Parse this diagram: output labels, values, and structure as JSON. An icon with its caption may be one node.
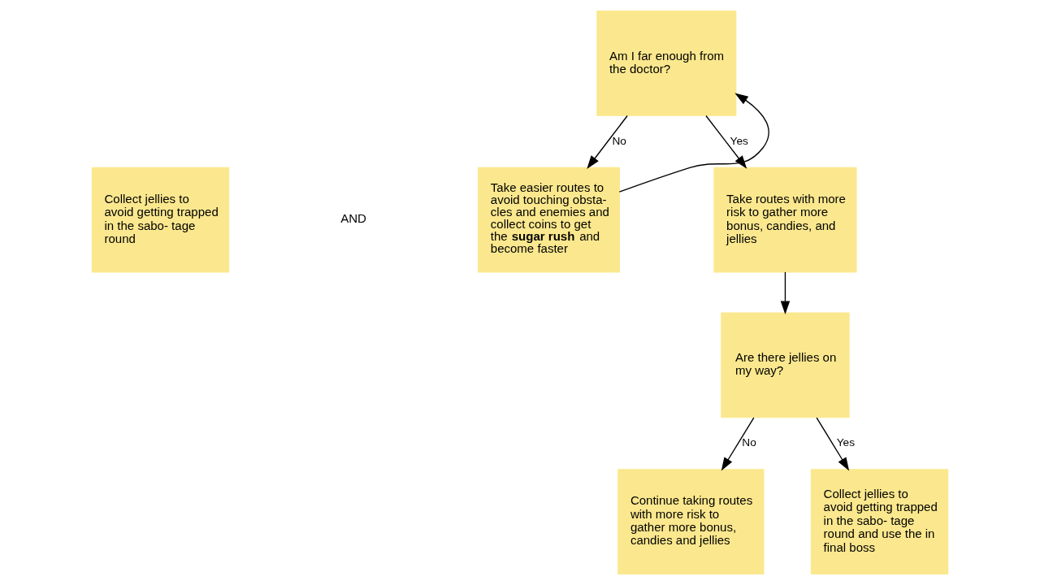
{
  "diagram": {
    "nodes": [
      {
        "text": [
          "Am I far enough from the doctor?"
        ]
      },
      {
        "text": [
          "Collect jellies to avoid getting trapped in the sabo- tage round"
        ]
      },
      {
        "text": [
          "Take easier routes to avoid touching obsta- cles and enemies and collect coins to get the **sugar rush** and become faster"
        ]
      },
      {
        "text": [
          "Take routes with more risk to gather more bonus, candies, and jellies"
        ]
      },
      {
        "text": [
          "Are there jellies on my way?"
        ]
      },
      {
        "text": [
          "Continue taking routes with more risk to gather more bonus, candies and jellies"
        ]
      },
      {
        "text": [
          "Collect jellies to avoid getting trapped in the sabo- tage round and use the in final boss"
        ]
      }
    ],
    "edges": [
      {
        "from": 0,
        "to": 2,
        "arrow": "to",
        "label": "No"
      },
      {
        "from": 0,
        "to": 3,
        "arrow": "to",
        "label": "Yes"
      },
      {
        "from": 2,
        "to": 0,
        "arrow": "to"
      },
      {
        "from": 3,
        "to": 4,
        "arrow": "to"
      },
      {
        "from": 4,
        "to": 5,
        "arrow": "to",
        "label": "No"
      },
      {
        "from": 4,
        "to": 6,
        "arrow": "to",
        "label": "Yes"
      }
    ],
    "labels": [
      "AND"
    ]
  }
}
